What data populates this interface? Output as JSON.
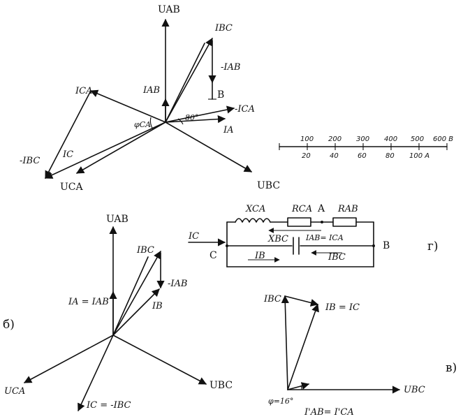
{
  "diagram_a": {
    "labels": {
      "u_ab": "UAB",
      "u_bc": "UBC",
      "u_ca": "UCA",
      "i_bc_top": "IBC",
      "neg_i_ab": "-IAB",
      "i_ab": "IAB",
      "b_point": "B",
      "neg_i_ca": "-ICA",
      "angle_80": "80°",
      "i_a": "IA",
      "i_ca": "ICA",
      "phi_ca": "φCA",
      "i_c": "IC",
      "neg_i_bc": "-IBC"
    }
  },
  "scale": {
    "voltage_ticks": [
      "100",
      "200",
      "300",
      "400",
      "500",
      "600 B"
    ],
    "current_ticks": [
      "20",
      "40",
      "60",
      "80",
      "100 A"
    ]
  },
  "circuit": {
    "labels": {
      "x_ca": "XCA",
      "r_ca": "RCA",
      "node_a": "A",
      "r_ab": "RAB",
      "i_c": "IC",
      "i_ab_ica": "IAB= ICA",
      "x_bc": "XBC",
      "node_c": "C",
      "i_bc": "IBC",
      "node_b": "B",
      "i_b": "IB"
    },
    "panel_letter": "г)"
  },
  "diagram_b": {
    "panel_letter": "б)",
    "labels": {
      "u_ab": "UAB",
      "i_bc": "IBC",
      "neg_i_ab": "-IAB",
      "ia_iab": "IA = IAB",
      "i_b": "IB",
      "u_ca": "UCA",
      "u_bc": "UBC",
      "ic_neg_ibc": "IC = -IBC"
    }
  },
  "diagram_c": {
    "panel_letter": "в)",
    "labels": {
      "i_bc": "IBC",
      "ib_ic": "IB = IC",
      "u_bc": "UBC",
      "phi": "φ=16°",
      "iab_ica": "I'AB= I'CA"
    }
  }
}
